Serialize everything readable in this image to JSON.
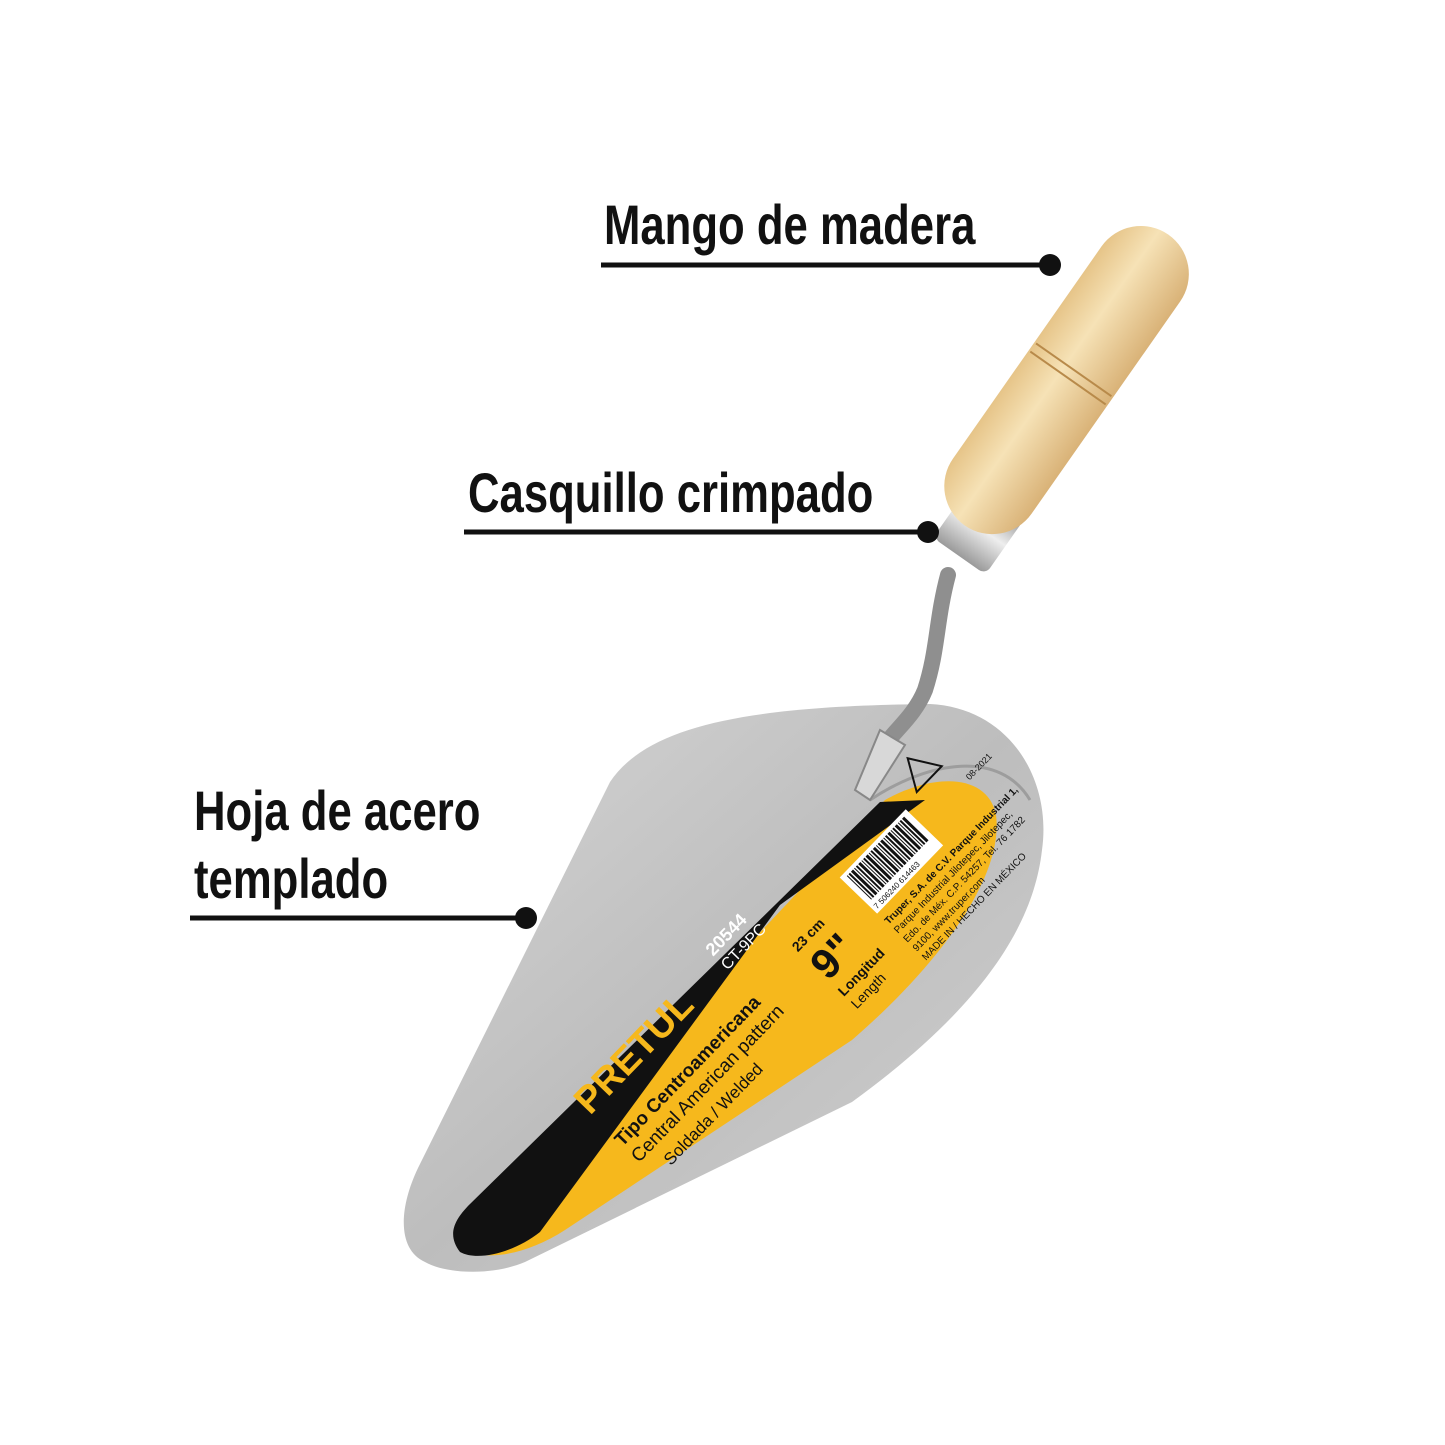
{
  "callouts": {
    "handle": "Mango de madera",
    "ferrule": "Casquillo crimpado",
    "blade_line1": "Hoja de acero",
    "blade_line2": "templado"
  },
  "label": {
    "brand": "PRETUL",
    "registered": "®",
    "type_es": "Tipo Centroamericana",
    "type_en": "Central American pattern",
    "weld": "Soldada / Welded",
    "code": "20544",
    "model": "CT-9PC",
    "size_cm": "23 cm",
    "size_in": "9\"",
    "length_es": "Longitud",
    "length_en": "Length",
    "barcode": "7 506240 614463",
    "company": "Truper, S.A. de C.V. Parque Industrial 1,",
    "address1": "Parque Industrial Jilotepec, Jilotepec,",
    "address2": "Edo. de Méx. C.P. 54257, Tel. 76 1782",
    "address3": "9100, www.truper.com",
    "origin": "MADE IN / HECHO EN MÉXICO",
    "date": "08-2021"
  },
  "colors": {
    "label_yellow": "#f7b e1c",
    "label_black": "#111111",
    "steel": "#c4c4c4",
    "wood": "#efd29c",
    "callout": "#111111"
  }
}
